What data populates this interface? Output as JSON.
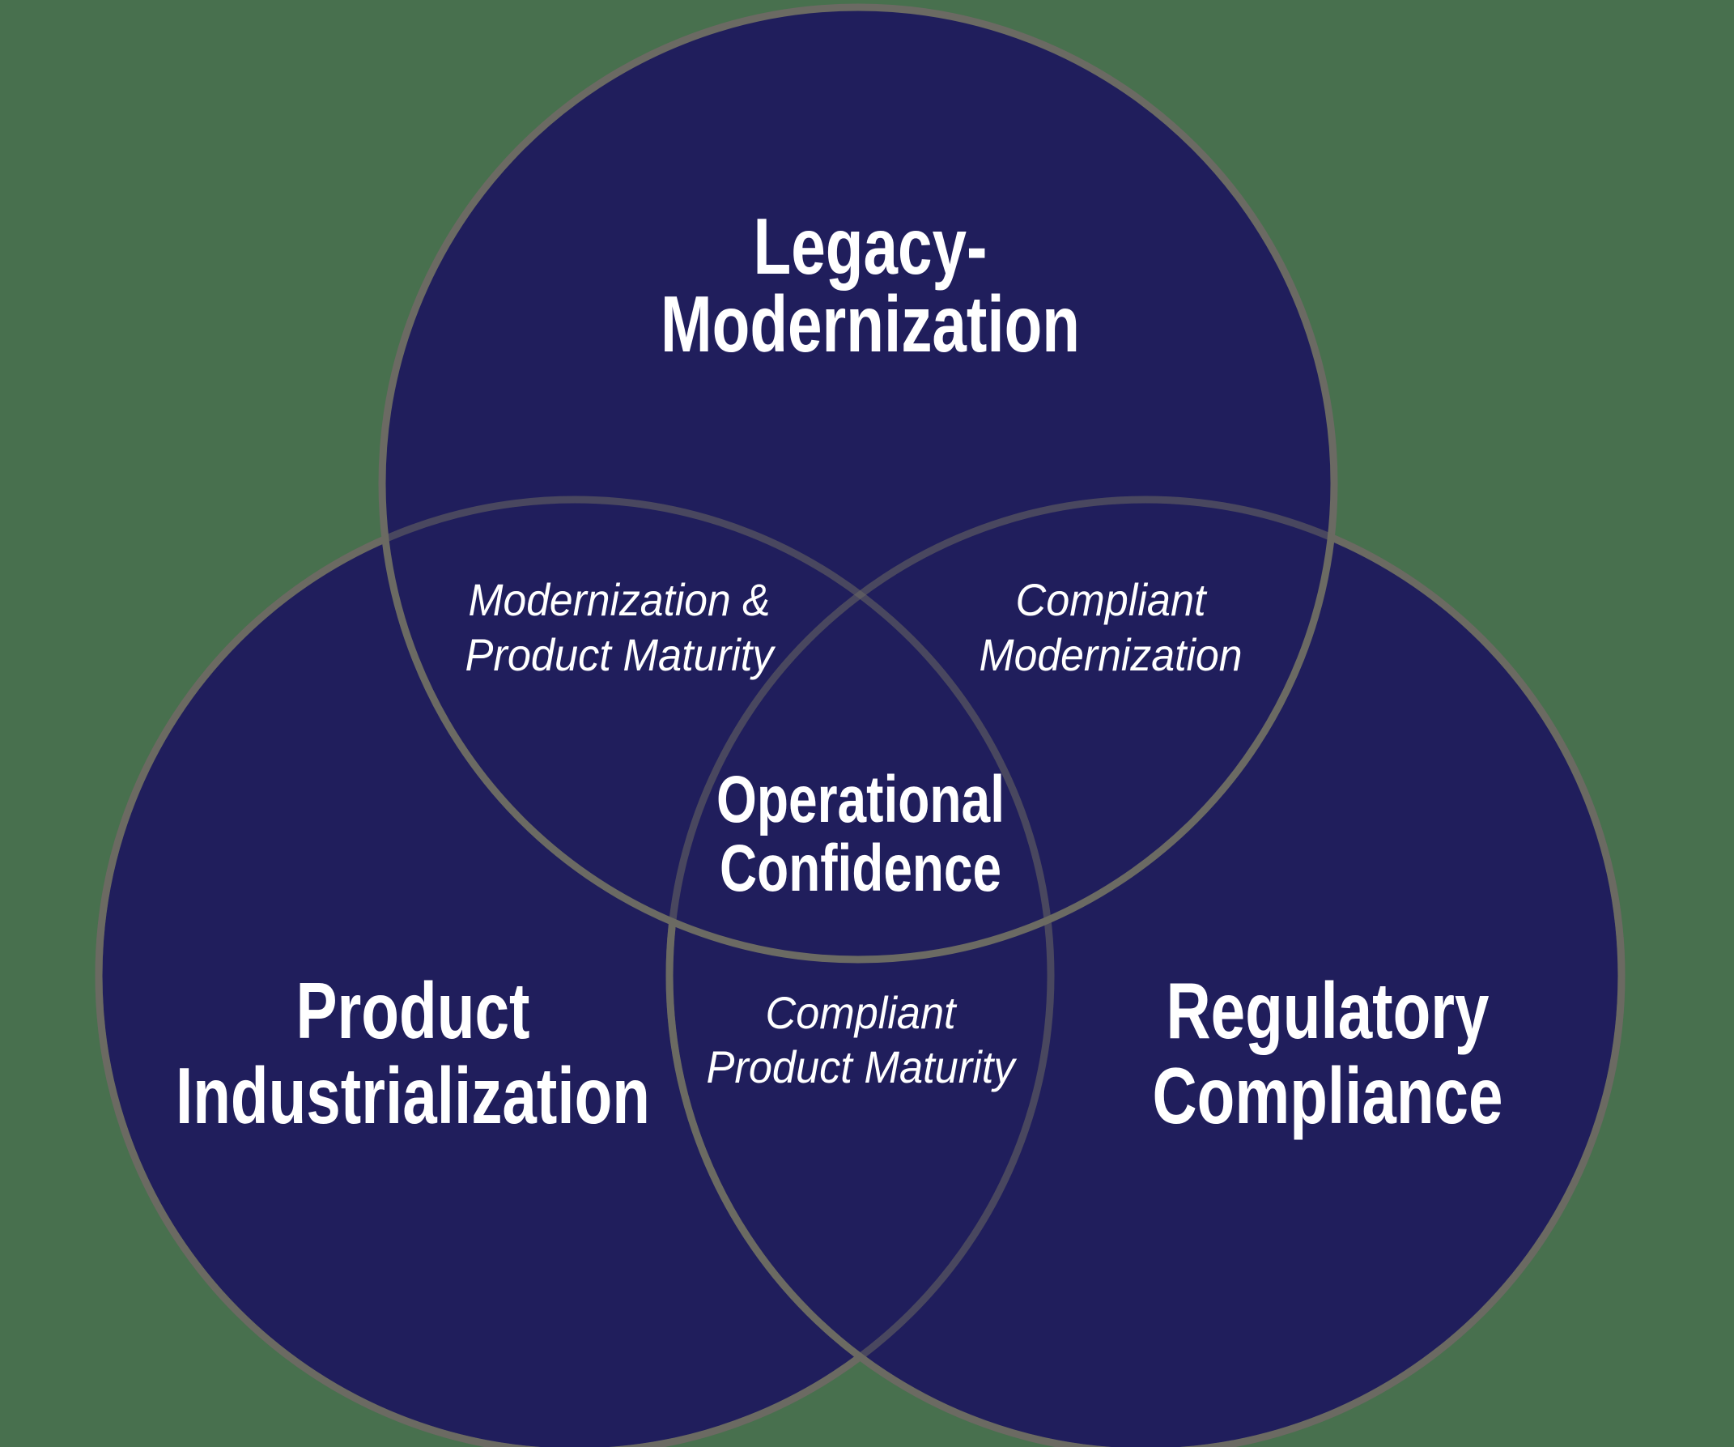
{
  "diagram": {
    "type": "venn",
    "colors": {
      "background": "#48704E",
      "circle_fill": "#201E5C",
      "circle_stroke": "#6B6A63",
      "text": "#FFFFFF"
    },
    "sets": [
      {
        "id": "legacy-modernization",
        "label_lines": [
          "Legacy-",
          "Modernization"
        ]
      },
      {
        "id": "product-industrialization",
        "label_lines": [
          "Product",
          "Industrialization"
        ]
      },
      {
        "id": "regulatory-compliance",
        "label_lines": [
          "Regulatory",
          "Compliance"
        ]
      }
    ],
    "intersections": [
      {
        "of": [
          "legacy-modernization",
          "product-industrialization"
        ],
        "label_lines": [
          "Modernization &",
          "Product Maturity"
        ]
      },
      {
        "of": [
          "legacy-modernization",
          "regulatory-compliance"
        ],
        "label_lines": [
          "Compliant",
          "Modernization"
        ]
      },
      {
        "of": [
          "product-industrialization",
          "regulatory-compliance"
        ],
        "label_lines": [
          "Compliant",
          "Product Maturity"
        ]
      },
      {
        "of": [
          "legacy-modernization",
          "product-industrialization",
          "regulatory-compliance"
        ],
        "label_lines": [
          "Operational",
          "Confidence"
        ]
      }
    ]
  }
}
